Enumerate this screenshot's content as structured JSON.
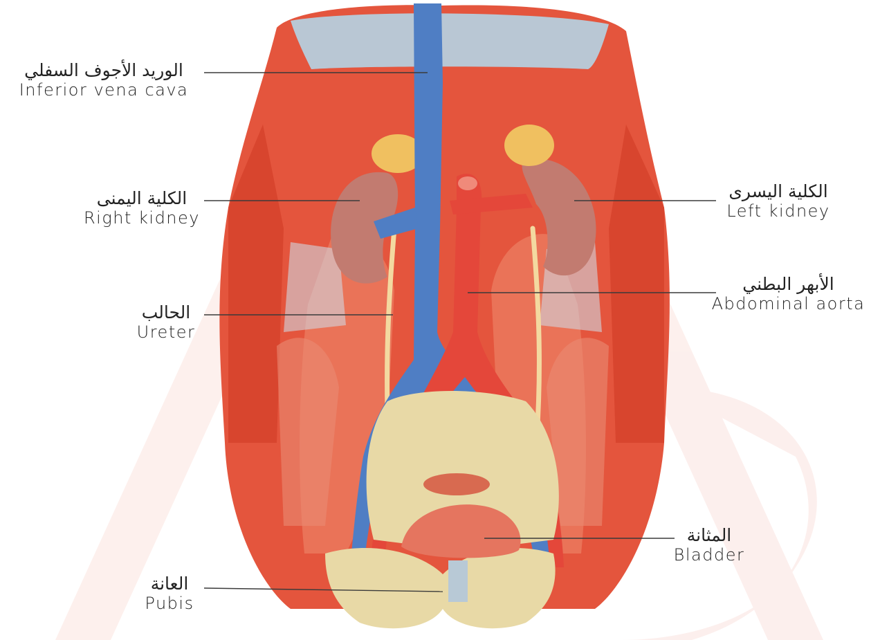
{
  "labels": {
    "ivc": {
      "ar": "الوريد الأجوف السفلي",
      "en": "Inferior vena cava"
    },
    "right_kidney": {
      "ar": "الكلية اليمنى",
      "en": "Right kidney"
    },
    "ureter": {
      "ar": "الحالب",
      "en": "Ureter"
    },
    "pubis": {
      "ar": "العانة",
      "en": "Pubis"
    },
    "left_kidney": {
      "ar": "الكلية اليسرى",
      "en": "Left kidney"
    },
    "aorta": {
      "ar": "الأبهر البطني",
      "en": "Abdominal aorta"
    },
    "bladder": {
      "ar": "المثانة",
      "en": "Bladder"
    }
  },
  "colors": {
    "muscle": "#e8644a",
    "muscle_dark": "#c9442f",
    "vein": "#4f7ec4",
    "artery": "#e4473a",
    "kidney": "#c97b6f",
    "adrenal": "#f0c060",
    "bone": "#e8d9a6",
    "ureter": "#f3d9a0",
    "watermark": "#fbe9e6"
  }
}
